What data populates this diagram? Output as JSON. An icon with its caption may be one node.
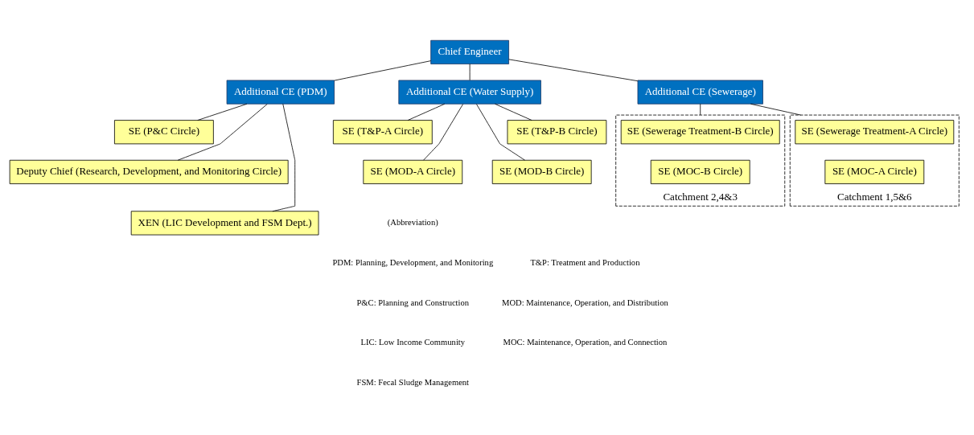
{
  "diagram": {
    "nodes": [
      {
        "text": [
          "Chief Engineer"
        ]
      },
      {
        "text": [
          "Additional CE (PDM)"
        ]
      },
      {
        "text": [
          "Additional CE (Water Supply)"
        ]
      },
      {
        "text": [
          "Additional CE (Sewerage)"
        ]
      },
      {
        "text": [
          "SE (P&C Circle)"
        ]
      },
      {
        "text": [
          "Deputy Chief (Research, Development, and Monitoring Circle)"
        ]
      },
      {
        "text": [
          "XEN (LIC Development and FSM Dept.)"
        ]
      },
      {
        "text": [
          "SE (T&P-A Circle)"
        ]
      },
      {
        "text": [
          "SE (MOD-A Circle)"
        ]
      },
      {
        "text": [
          "SE (T&P-B Circle)"
        ]
      },
      {
        "text": [
          "SE (MOD-B Circle)"
        ]
      },
      {
        "text": [
          "Catchment 1,5&6"
        ]
      },
      {
        "text": [
          "SE (Sewerage Treatment-A Circle)"
        ],
        "in": 11
      },
      {
        "text": [
          "SE (MOC-A Circle)"
        ],
        "in": 11
      },
      {
        "text": [
          "Catchment 2,4&3"
        ]
      },
      {
        "text": [
          "SE (Sewerage Treatment-B Circle)"
        ],
        "in": 14
      },
      {
        "text": [
          "SE (MOC-B Circle)"
        ],
        "in": 14
      }
    ],
    "edges": [
      {
        "from": 0,
        "to": 1,
        "arrow": "none"
      },
      {
        "from": 0,
        "to": 2,
        "arrow": "none"
      },
      {
        "from": 0,
        "to": 3,
        "arrow": "none"
      },
      {
        "from": 1,
        "to": 4,
        "arrow": "none"
      },
      {
        "from": 1,
        "to": 5,
        "arrow": "none"
      },
      {
        "from": 1,
        "to": 6,
        "arrow": "none"
      },
      {
        "from": 2,
        "to": 7,
        "arrow": "none"
      },
      {
        "from": 2,
        "to": 8,
        "arrow": "none"
      },
      {
        "from": 2,
        "to": 9,
        "arrow": "none"
      },
      {
        "from": 2,
        "to": 10,
        "arrow": "none"
      },
      {
        "from": 3,
        "to": 11,
        "arrow": "none"
      },
      {
        "from": 3,
        "to": 14,
        "arrow": "none"
      }
    ],
    "labels": [
      "(Abbreviation)",
      "PDM: Planning, Development, and Monitoring",
      "P&C: Planning and Construction",
      "LIC: Low Income Community",
      "FSM: Fecal Sludge Management",
      "T&P: Treatment and Production",
      "MOD: Maintenance, Operation, and Distribution",
      "MOC: Maintenance, Operation, and Connection"
    ]
  }
}
